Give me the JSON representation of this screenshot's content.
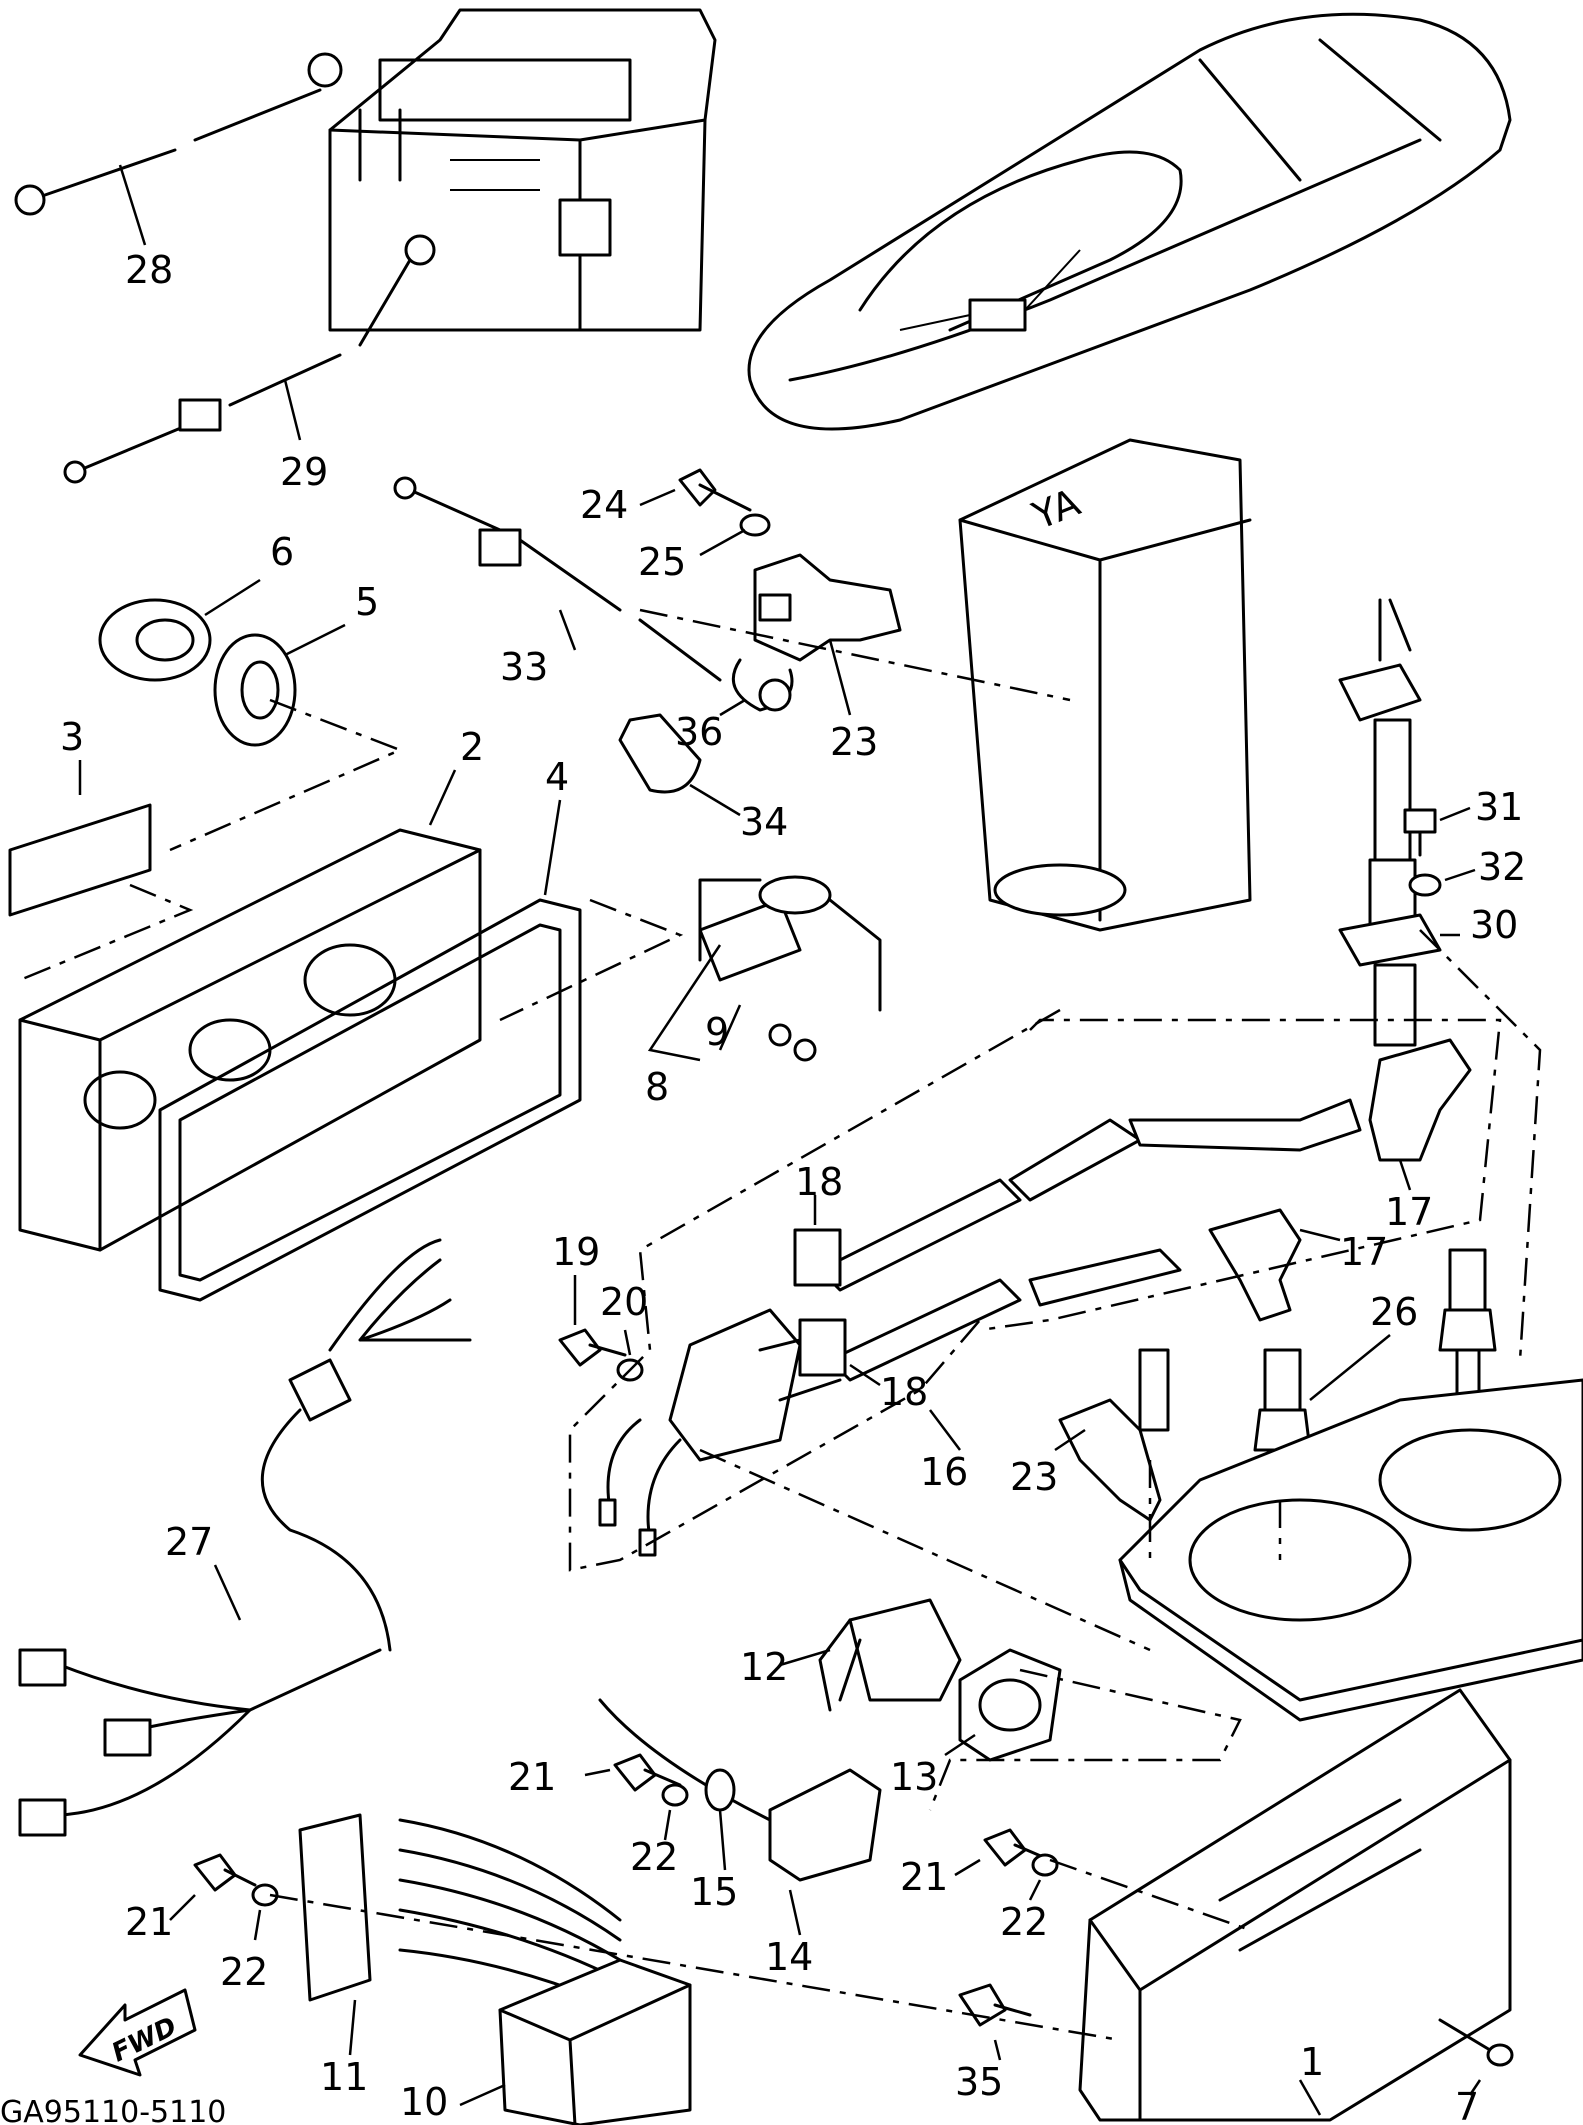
{
  "diagram": {
    "fig_code": "GA95110-5110",
    "fwd_label": "FWD",
    "callouts": [
      "1",
      "2",
      "3",
      "4",
      "5",
      "6",
      "7",
      "8",
      "9",
      "10",
      "11",
      "12",
      "13",
      "14",
      "15",
      "16",
      "17",
      "18",
      "19",
      "20",
      "21",
      "22",
      "23",
      "24",
      "25",
      "26",
      "27",
      "28",
      "29",
      "30",
      "31",
      "32",
      "33",
      "34",
      "35",
      "36"
    ]
  }
}
